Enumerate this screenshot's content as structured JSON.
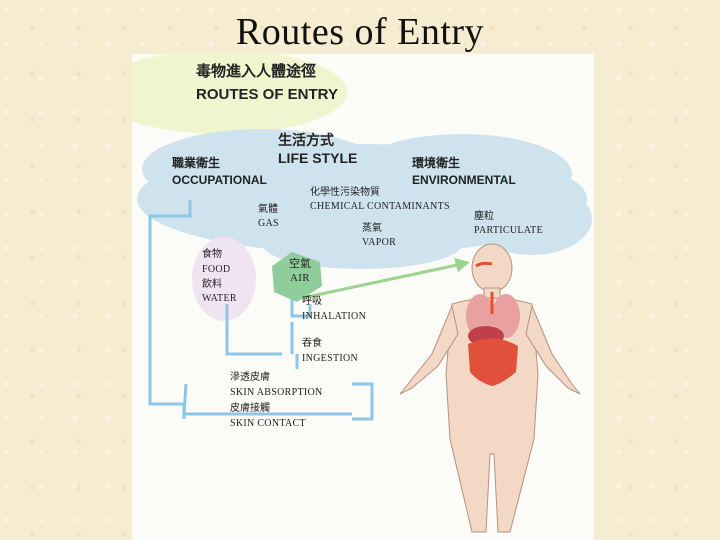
{
  "slide_title": "Routes of Entry",
  "header": {
    "zh": "毒物進入人體途徑",
    "en": "ROUTES OF ENTRY"
  },
  "lifestyle": {
    "zh": "生活方式",
    "en": "LIFE STYLE"
  },
  "occupational": {
    "zh": "職業衛生",
    "en": "OCCUPATIONAL"
  },
  "environmental": {
    "zh": "環境衛生",
    "en": "ENVIRONMENTAL"
  },
  "chemical": {
    "zh": "化學性污染物質",
    "en": "CHEMICAL CONTAMINANTS"
  },
  "gas": {
    "zh": "氣體",
    "en": "GAS"
  },
  "vapor": {
    "zh": "蒸氣",
    "en": "VAPOR"
  },
  "particulate": {
    "zh": "塵粒",
    "en": "PARTICULATE"
  },
  "food": {
    "zh": "食物",
    "en": "FOOD"
  },
  "water": {
    "zh": "飲料",
    "en": "WATER"
  },
  "air": {
    "zh": "空氣",
    "en": "AIR"
  },
  "inhalation": {
    "zh": "呼吸",
    "en": "INHALATION"
  },
  "ingestion": {
    "zh": "吞食",
    "en": "INGESTION"
  },
  "skin_absorption": {
    "zh": "滲透皮膚",
    "en": "SKIN ABSORPTION"
  },
  "skin_contact": {
    "zh": "皮膚接觸",
    "en": "SKIN CONTACT"
  },
  "colors": {
    "cloud": "#cfe3ef",
    "flow_line": "#8ec6e6",
    "air_hex": "#8fce9a",
    "arrow": "#9bd48e",
    "body": "#f4d8c6",
    "organ_red": "#e0503a"
  }
}
